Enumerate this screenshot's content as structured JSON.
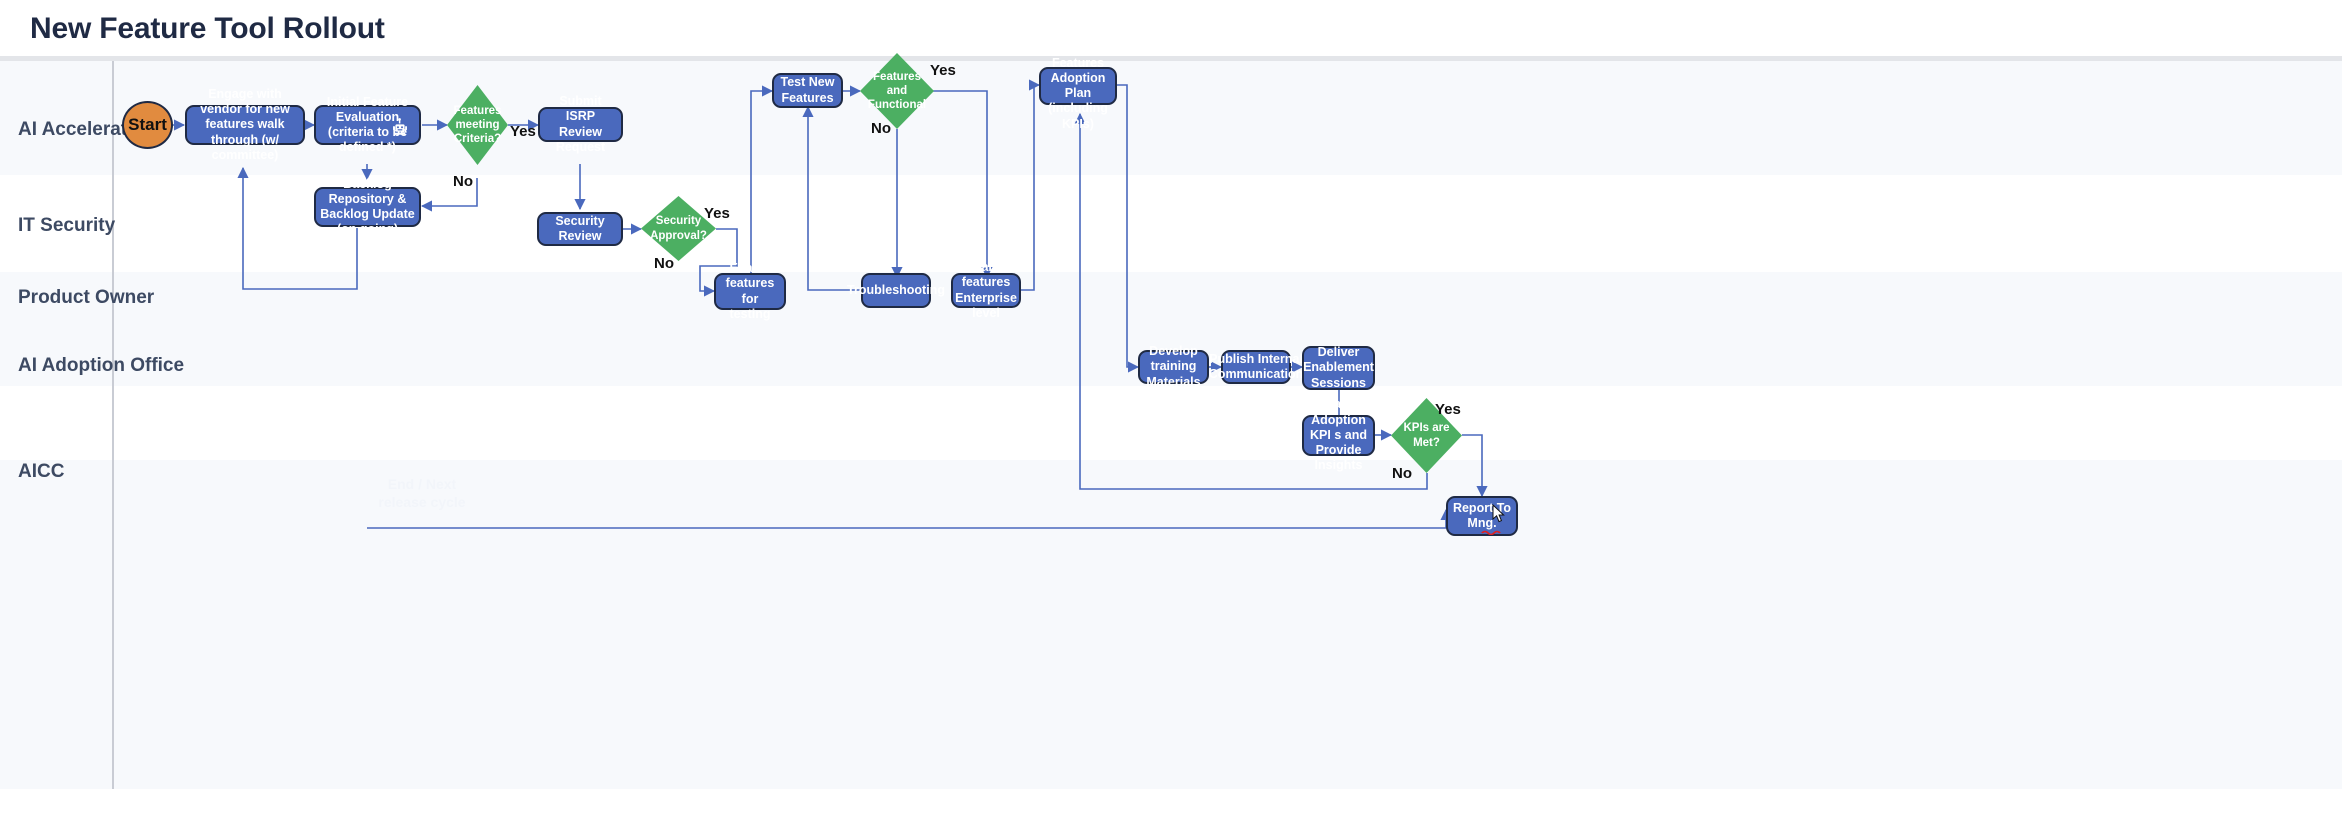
{
  "header": {
    "title": "New Feature Tool Rollout"
  },
  "lanes": [
    {
      "id": "ai-acceleration",
      "label": "AI Acceleration"
    },
    {
      "id": "it-security",
      "label": "IT Security"
    },
    {
      "id": "product-owner",
      "label": "Product Owner"
    },
    {
      "id": "ai-adoption-office",
      "label": "AI Adoption Office"
    },
    {
      "id": "aicc",
      "label": "AICC"
    }
  ],
  "nodes": {
    "start": "Start",
    "engage_vendor": "Engage with vendor for new features walk through  (w/ committee)",
    "initial_evaluation": "Initial Feature Evaluation (criteria to be defined *)",
    "backlog_repository": "Backlog Repository & Backlog Update  (on going)",
    "features_meeting_criteria": "Features meeting Criteria?",
    "submit_isrp": "Submit ISRP Review Request",
    "security_review": "Security  Review",
    "security_approval": "Security Approval?",
    "enable_features_testing": "Enable features for testing",
    "test_new_features": "Test New Features",
    "features_and_functional": "Features and Functional",
    "troubleshooting": "Troubleshooting",
    "enable_features_enterprise": "Enable features Enterprise level",
    "adoption_plan": "New Features Adoption Plan (including  KPIs)",
    "develop_training": "Develop training Materials",
    "publish_communication": "Publish  Internal Communication",
    "deliver_enablement": "Deliver Enablement Sessions",
    "track_adoption": "Track Adoption KPI s and Provide Insights",
    "kpis_met": "KPIs are Met?",
    "report_to_mng": "Report To Mng.",
    "end_next_release": "End / Next release cycle"
  },
  "edge_labels": {
    "criteria_yes": "Yes",
    "criteria_no": "No",
    "security_yes": "Yes",
    "security_no": "No",
    "functional_yes": "Yes",
    "functional_no": "No",
    "kpis_yes": "Yes",
    "kpis_no": "No"
  },
  "colors": {
    "process_fill": "#4A69BD",
    "process_stroke": "#1F2A44",
    "decision_fill": "#4CAF62",
    "start_fill": "#E18B3F",
    "edge_stroke": "#4A69BD",
    "lane_alt_bg": "#f7f9fc",
    "lane_bg": "#ffffff",
    "title_color": "#1f2a44"
  }
}
